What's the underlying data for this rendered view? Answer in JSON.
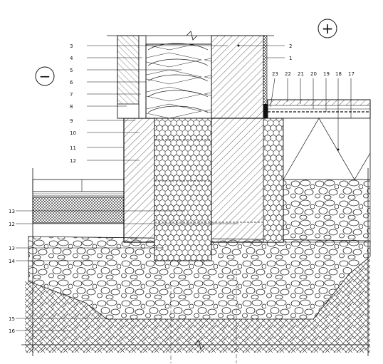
{
  "labels_left": [
    "3",
    "4",
    "5",
    "6",
    "7",
    "8",
    "9",
    "10",
    "11",
    "12",
    "13",
    "12",
    "13",
    "14",
    "15",
    "16"
  ],
  "labels_right_side": [
    "2",
    "1"
  ],
  "labels_top_right": [
    "23",
    "22",
    "21",
    "20",
    "19",
    "18",
    "17"
  ],
  "plus_sign": "+",
  "minus_sign": "−",
  "colors": {
    "line": "#111111",
    "background": "#ffffff"
  }
}
